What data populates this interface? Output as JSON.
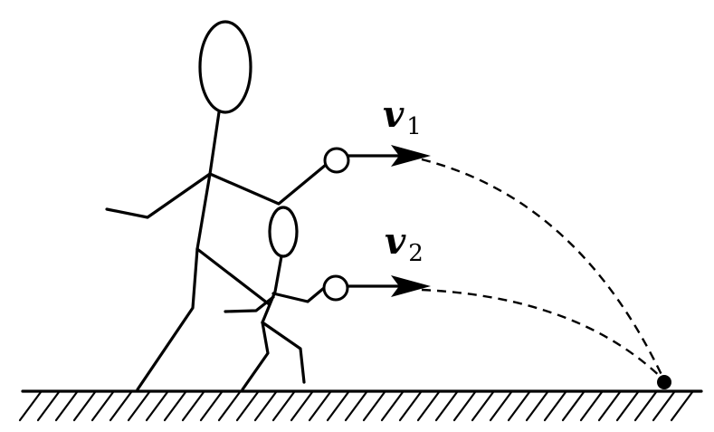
{
  "labels": {
    "v1_main": "v",
    "v1_sub": "1",
    "v2_main": "v",
    "v2_sub": "2"
  },
  "colors": {
    "ink": "#000000",
    "background": "#ffffff"
  }
}
